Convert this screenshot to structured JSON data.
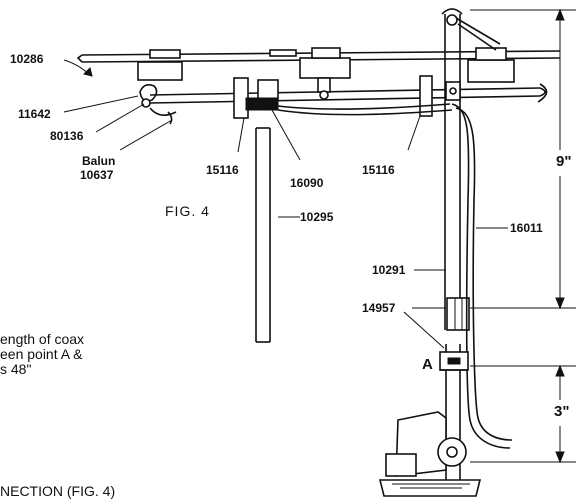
{
  "figure": {
    "caption": "FIG. 4"
  },
  "callouts": {
    "c10286": "10286",
    "c11642": "11642",
    "c80136": "80136",
    "c_balun_word": "Balun",
    "c_balun_num": "10637",
    "c15116_left": "15116",
    "c16090": "16090",
    "c15116_right": "15116",
    "c10295": "10295",
    "c16011": "16011",
    "c10291": "10291",
    "c14957": "14957",
    "point_a": "A"
  },
  "dimensions": {
    "upper": "9\"",
    "lower": "3\""
  },
  "note": {
    "line1": "ength of coax",
    "line2": "een point A &",
    "line3": "s 48\""
  },
  "footer": {
    "heading": "NECTION (FIG. 4)"
  }
}
